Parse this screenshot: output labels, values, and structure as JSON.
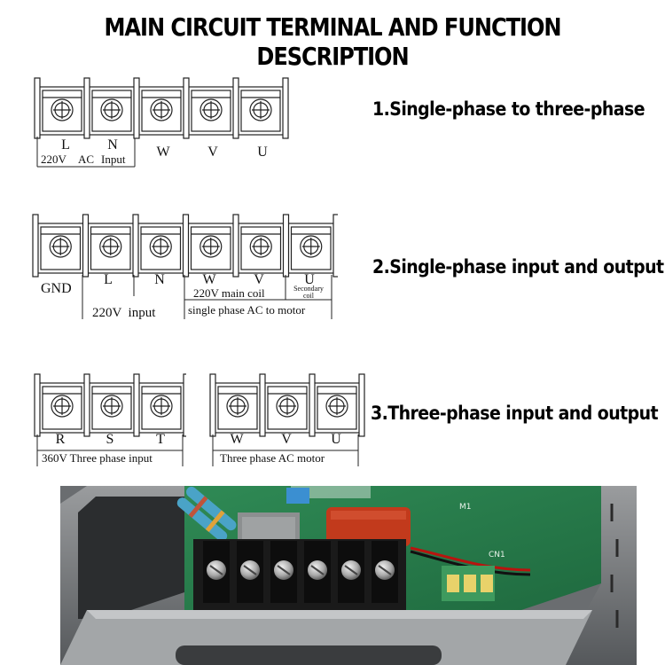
{
  "title": "MAIN CIRCUIT TERMINAL AND FUNCTION DESCRIPTION",
  "sections": [
    {
      "label": "1.Single-phase to three-phase",
      "terminals": [
        "L",
        "N",
        "W",
        "V",
        "U"
      ],
      "notes": [
        "220V",
        "AC",
        "Input"
      ]
    },
    {
      "label": "2.Single-phase input and output",
      "gnd": "GND",
      "terminals": [
        "L",
        "N",
        "W",
        "V",
        "U"
      ],
      "notes": [
        "220V main coil",
        "Secondary",
        "coil",
        "220V  input",
        "single phase AC to motor"
      ]
    },
    {
      "label": "3.Three-phase input and output",
      "input_terminals": [
        "R",
        "S",
        "T"
      ],
      "output_terminals": [
        "W",
        "V",
        "U"
      ],
      "notes": [
        "360V Three phase input",
        "Three phase AC motor"
      ]
    }
  ],
  "photo": {
    "board_labels": [
      "M1",
      "CN1"
    ]
  }
}
